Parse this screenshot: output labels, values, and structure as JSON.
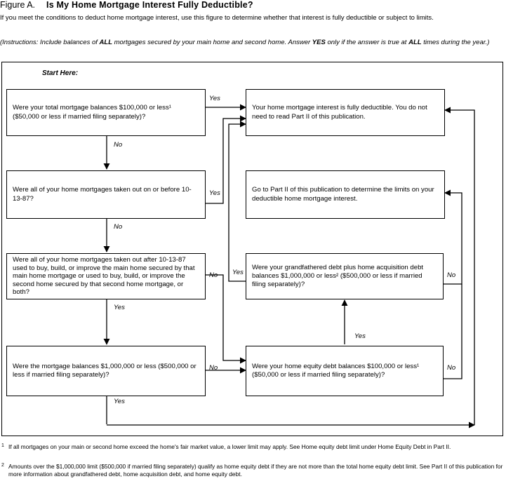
{
  "header": {
    "figure_label": "Figure A.",
    "title": "Is My Home Mortgage Interest Fully Deductible?",
    "intro": "If you meet the conditions to deduct home mortgage interest, use this figure to determine whether that interest is fully deductible or subject to limits.",
    "instructions_1": "(Instructions: Include balances of ",
    "instructions_all": "ALL",
    "instructions_2": " mortgages secured by your main home and second home. Answer ",
    "instructions_yes": "YES",
    "instructions_3": " only if the answer is true at ",
    "instructions_all2": "ALL",
    "instructions_4": " times during the year.)"
  },
  "flowchart": {
    "start_label": "Start Here:",
    "q1": "Were your total mortgage balances $100,000 or less¹ ($50,000 or less if married filing separately)?",
    "q2": "Were all of your home mortgages taken out on or before 10-13-87?",
    "q3": "Were all of your home mortgages taken out after 10-13-87 used to buy, build, or improve the main home secured by that main home mortgage or used to buy, build, or improve the second home secured by that second home mortgage, or both?",
    "q4": "Were the mortgage balances $1,000,000 or less ($500,000 or less if married filing separately)?",
    "r1": "Your home mortgage interest is fully deductible. You do not need to read Part II of this publication.",
    "r2": "Go to Part II of this publication to determine the limits on your deductible home mortgage interest.",
    "q5": "Were your grandfathered debt plus home acquisition debt balances $1,000,000 or less² ($500,000 or less if married filing separately)?",
    "q6": "Were your home equity debt balances $100,000 or less¹ ($50,000 or less if married filing separately)?",
    "yes": "Yes",
    "no": "No"
  },
  "footnotes": {
    "f1_num": "1",
    "f1": "If all mortgages on your main or second home exceed the home's fair market value, a lower limit may apply. See Home equity debt limit under Home Equity Debt in Part II.",
    "f2_num": "2",
    "f2": "Amounts over the $1,000,000 limit ($500,000 if married filing separately) qualify as home equity debt if they are not more than the total home equity debt limit. See Part II of this publication for more information about grandfathered debt, home acquisition debt, and home equity debt."
  }
}
